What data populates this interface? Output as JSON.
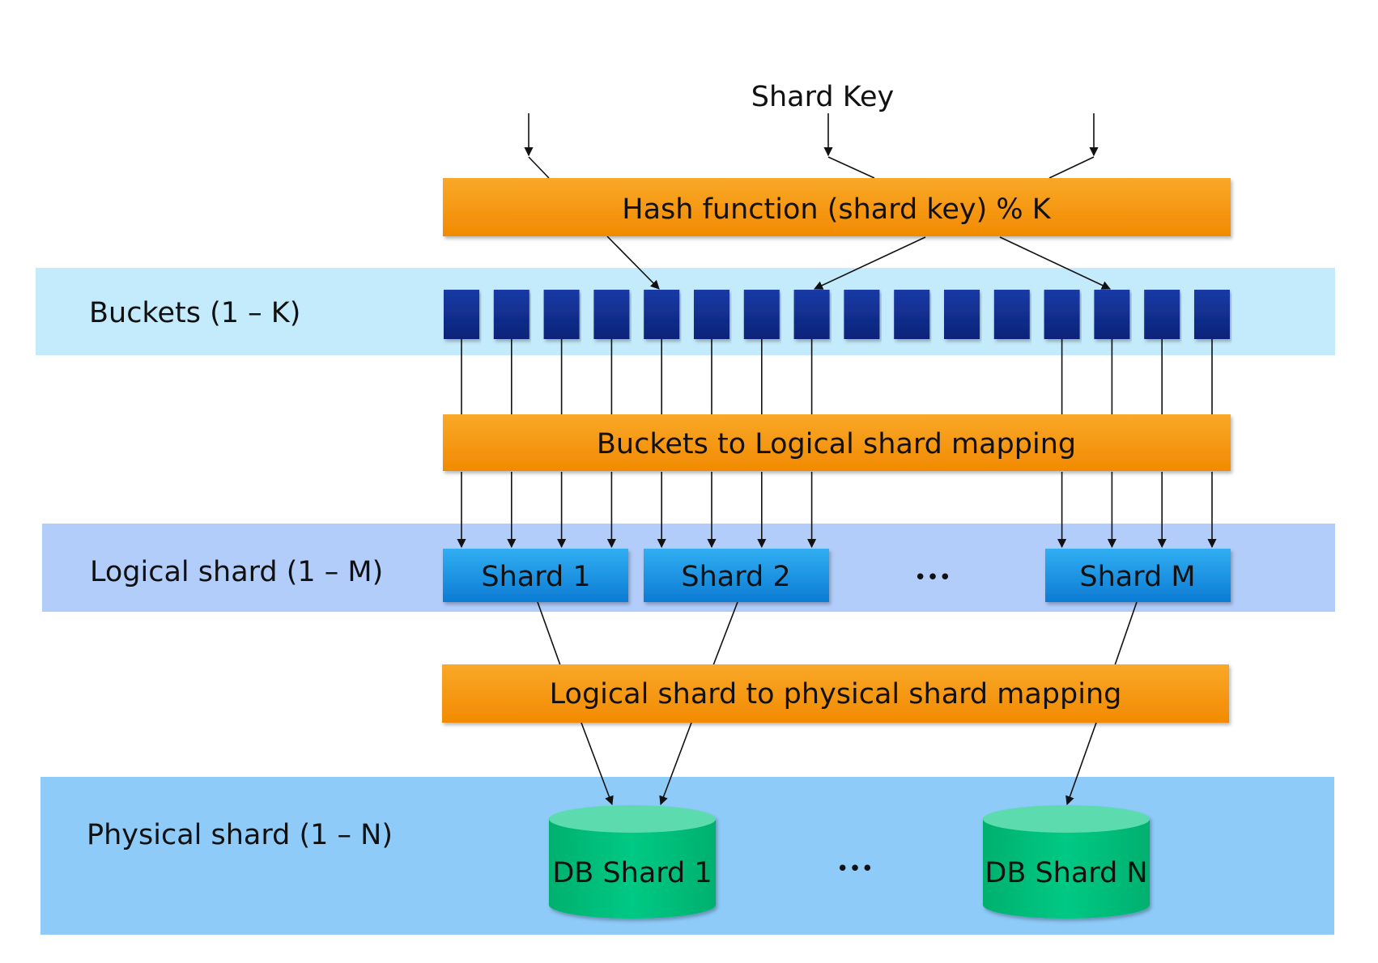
{
  "title": "Shard Key",
  "colors": {
    "band_buckets": "#c4ebfb",
    "band_logical": "#b3cdfb",
    "band_physical": "#8ecbf9",
    "orange_top": "#f8a21c",
    "orange_bottom": "#f58f00",
    "bucket": "#0f2d8e",
    "shard_top": "#2ba7ef",
    "shard_bottom": "#0f7fd7",
    "db_body": "#00be7a",
    "db_top": "#58dcae",
    "line": "#111111"
  },
  "layers": [
    {
      "id": "buckets",
      "label": "Buckets (1 – K)"
    },
    {
      "id": "logical",
      "label": "Logical shard (1 – M)"
    },
    {
      "id": "physical",
      "label": "Physical shard (1 – N)"
    }
  ],
  "mappings": {
    "hash": "Hash function (shard key) % K",
    "bucket_to_logical": "Buckets to Logical shard mapping",
    "logical_to_physical": "Logical shard to physical shard mapping"
  },
  "logical_shards": [
    {
      "label": "Shard 1",
      "icon": "rounded-box"
    },
    {
      "label": "Shard 2",
      "icon": "rounded-box"
    },
    {
      "label": "Shard M",
      "icon": "rounded-box"
    }
  ],
  "physical_shards": [
    {
      "label": "DB Shard 1",
      "icon": "database-cylinder"
    },
    {
      "label": "DB Shard N",
      "icon": "database-cylinder"
    }
  ],
  "ellipsis": "•••",
  "bucket_count": 16
}
